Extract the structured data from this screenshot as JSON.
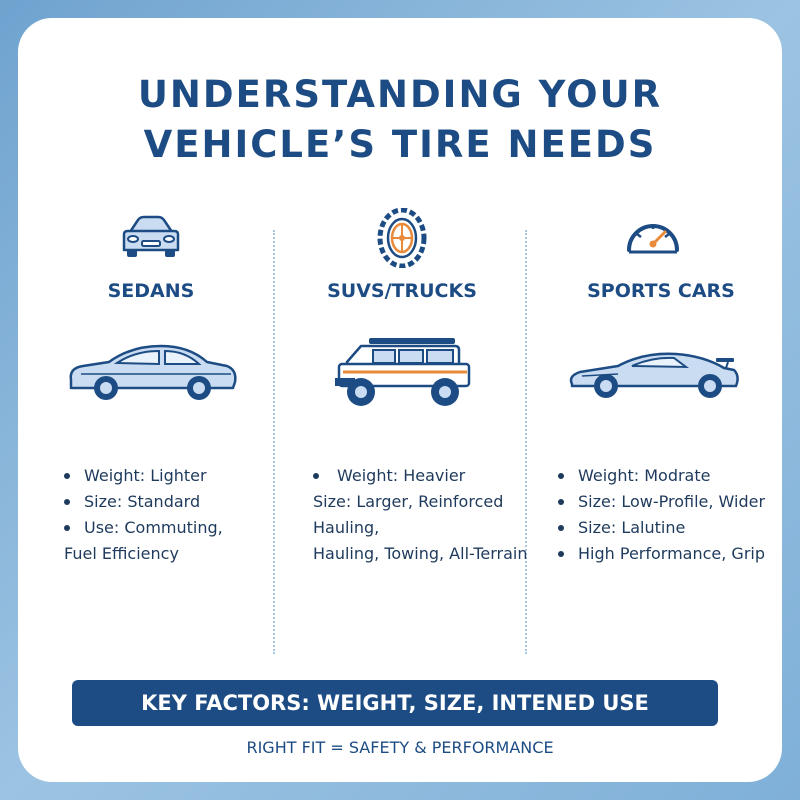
{
  "title": {
    "line1": "UNDERSTANDING YOUR",
    "line2": "VEHICLE’S TIRE NEEDS"
  },
  "columns": [
    {
      "heading": "SEDANS",
      "icon": "sedan-front-icon",
      "bullets": [
        {
          "text": "Weight: Lighter",
          "dot": true
        },
        {
          "text": "Size: Standard",
          "dot": true
        },
        {
          "text": "Use: Commuting,",
          "dot": true
        },
        {
          "text": "Fuel Efficiency",
          "dot": false
        }
      ]
    },
    {
      "heading": "SUVS/TRUCKS",
      "icon": "tire-icon",
      "bullets": [
        {
          "text": "Weight: Heavier",
          "dot": true
        },
        {
          "text": "Size: Larger, Reinforced",
          "dot": false
        },
        {
          "text": "Hauling,",
          "dot": false
        },
        {
          "text": "Hauling, Towing, All-Terrain",
          "dot": false
        }
      ]
    },
    {
      "heading": "SPORTS CARS",
      "icon": "speedometer-icon",
      "bullets": [
        {
          "text": "Weight: Modrate",
          "dot": true
        },
        {
          "text": "Size: Low-Profile, Wider",
          "dot": true
        },
        {
          "text": "Size: Lalutine",
          "dot": true
        },
        {
          "text": "High Performance, Grip",
          "dot": true
        }
      ]
    }
  ],
  "banner": "KEY FACTORS: WEIGHT, SIZE, INTENED USE",
  "tagline": "RIGHT FIT = SAFETY & PERFORMANCE",
  "colors": {
    "primary": "#1d4c84",
    "text": "#1e3a5c",
    "vehicle_fill": "#c9dcf1",
    "accent_orange": "#e88a3a"
  }
}
